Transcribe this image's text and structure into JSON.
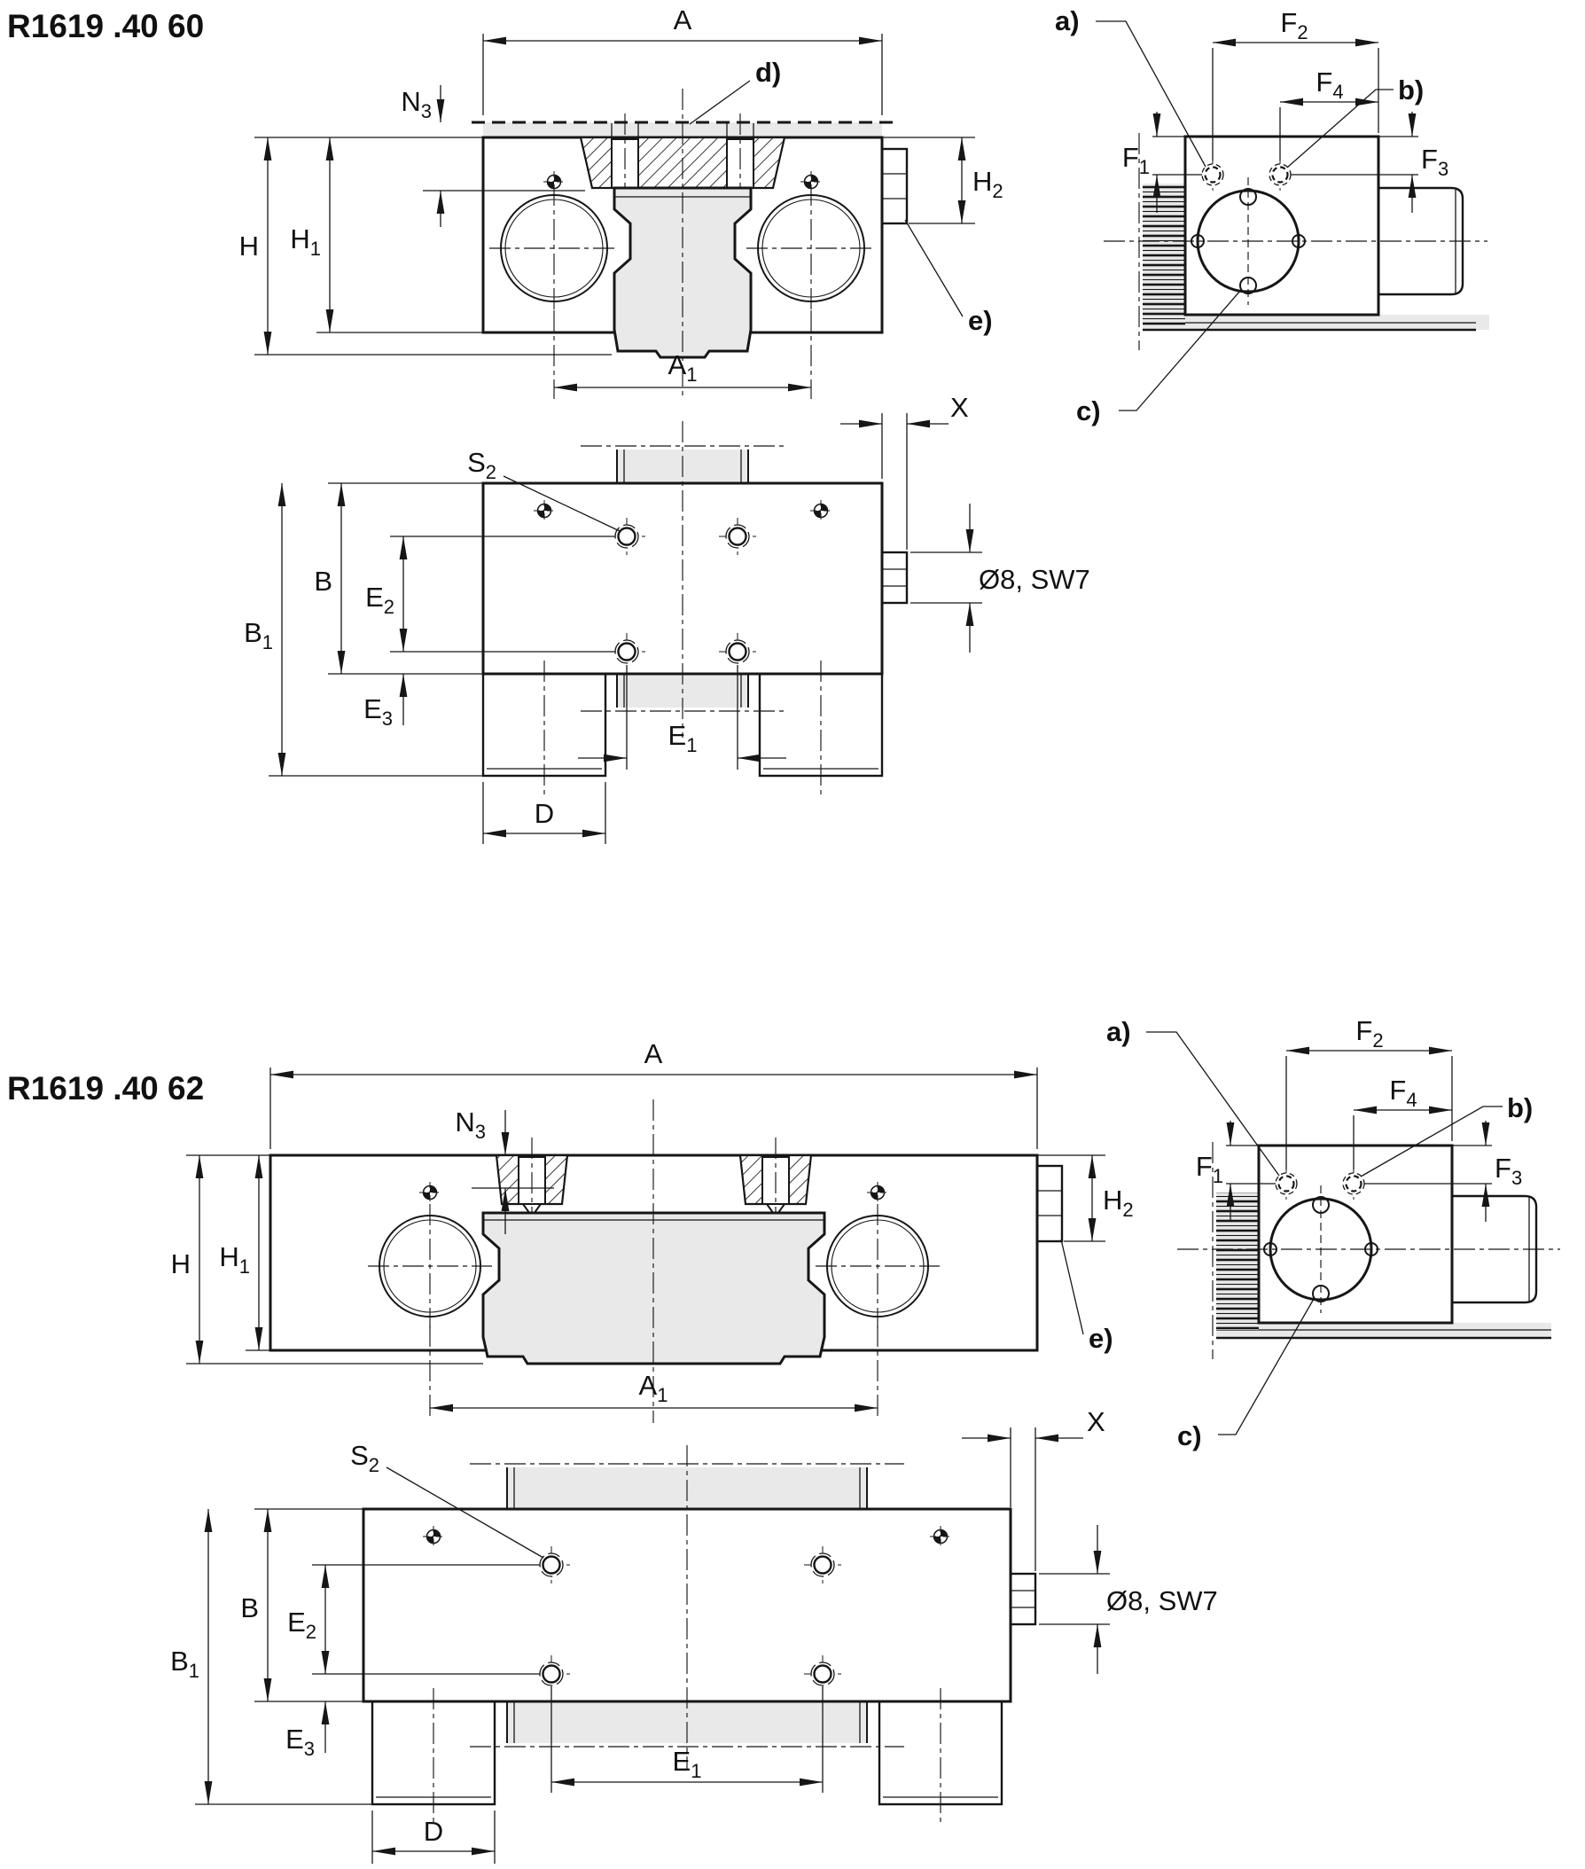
{
  "page": {
    "background": "#ffffff",
    "line_color": "#161616",
    "fill_gray": "#e9e9e9"
  },
  "drawing1": {
    "title": "R1619 .40 60",
    "dims": {
      "A": {
        "t": "A"
      },
      "A1": {
        "t": "A",
        "s": "1"
      },
      "N3": {
        "t": "N",
        "s": "3"
      },
      "H": {
        "t": "H"
      },
      "H1": {
        "t": "H",
        "s": "1"
      },
      "H2": {
        "t": "H",
        "s": "2"
      },
      "F1": {
        "t": "F",
        "s": "1"
      },
      "F2": {
        "t": "F",
        "s": "2"
      },
      "F3": {
        "t": "F",
        "s": "3"
      },
      "F4": {
        "t": "F",
        "s": "4"
      },
      "S2": {
        "t": "S",
        "s": "2"
      },
      "X": {
        "t": "X"
      },
      "B": {
        "t": "B"
      },
      "B1": {
        "t": "B",
        "s": "1"
      },
      "E1": {
        "t": "E",
        "s": "1"
      },
      "E2": {
        "t": "E",
        "s": "2"
      },
      "E3": {
        "t": "E",
        "s": "3"
      },
      "D": {
        "t": "D"
      },
      "port": {
        "t": "Ø8, SW7"
      }
    },
    "callouts": {
      "a": "a)",
      "b": "b)",
      "c": "c)",
      "d": "d)",
      "e": "e)"
    }
  },
  "drawing2": {
    "title": "R1619 .40 62",
    "dims": {
      "A": {
        "t": "A"
      },
      "A1": {
        "t": "A",
        "s": "1"
      },
      "N3": {
        "t": "N",
        "s": "3"
      },
      "H": {
        "t": "H"
      },
      "H1": {
        "t": "H",
        "s": "1"
      },
      "H2": {
        "t": "H",
        "s": "2"
      },
      "F1": {
        "t": "F",
        "s": "1"
      },
      "F2": {
        "t": "F",
        "s": "2"
      },
      "F3": {
        "t": "F",
        "s": "3"
      },
      "F4": {
        "t": "F",
        "s": "4"
      },
      "S2": {
        "t": "S",
        "s": "2"
      },
      "X": {
        "t": "X"
      },
      "B": {
        "t": "B"
      },
      "B1": {
        "t": "B",
        "s": "1"
      },
      "E1": {
        "t": "E",
        "s": "1"
      },
      "E2": {
        "t": "E",
        "s": "2"
      },
      "E3": {
        "t": "E",
        "s": "3"
      },
      "D": {
        "t": "D"
      },
      "port": {
        "t": "Ø8, SW7"
      }
    },
    "callouts": {
      "a": "a)",
      "b": "b)",
      "c": "c)",
      "e": "e)"
    }
  }
}
